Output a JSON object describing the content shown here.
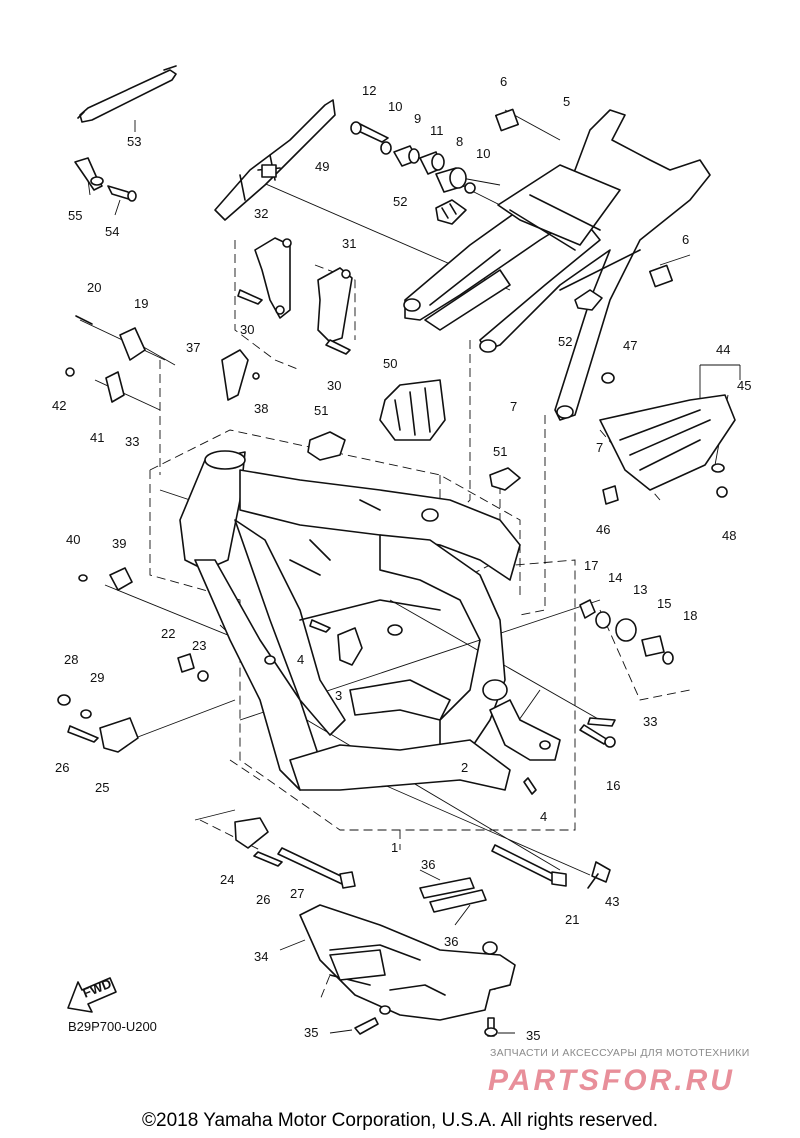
{
  "diagram": {
    "image_code": "B29P700-U200",
    "fwd_label": "FWD",
    "copyright": "©2018 Yamaha Motor Corporation, U.S.A. All rights reserved.",
    "watermark": {
      "subtitle": "ЗАПЧАСТИ И АКСЕССУАРЫ ДЛЯ МОТОТЕХНИКИ",
      "brand": "PARTSFOR.RU"
    },
    "callouts": {
      "c1": "1",
      "c2": "2",
      "c3": "3",
      "c4a": "4",
      "c4b": "4",
      "c5": "5",
      "c6a": "6",
      "c6b": "6",
      "c7a": "7",
      "c7b": "7",
      "c8": "8",
      "c9": "9",
      "c10a": "10",
      "c10b": "10",
      "c11": "11",
      "c12": "12",
      "c13": "13",
      "c14": "14",
      "c15": "15",
      "c16": "16",
      "c17": "17",
      "c18": "18",
      "c19": "19",
      "c20": "20",
      "c21": "21",
      "c22": "22",
      "c23": "23",
      "c24": "24",
      "c25": "25",
      "c26a": "26",
      "c26b": "26",
      "c27": "27",
      "c28": "28",
      "c29": "29",
      "c30a": "30",
      "c30b": "30",
      "c31": "31",
      "c32": "32",
      "c33a": "33",
      "c33b": "33",
      "c34": "34",
      "c35a": "35",
      "c35b": "35",
      "c36a": "36",
      "c36b": "36",
      "c37": "37",
      "c38": "38",
      "c39": "39",
      "c40": "40",
      "c41": "41",
      "c42": "42",
      "c43": "43",
      "c44": "44",
      "c45": "45",
      "c46": "46",
      "c47": "47",
      "c48": "48",
      "c49": "49",
      "c50": "50",
      "c51a": "51",
      "c51b": "51",
      "c52a": "52",
      "c52b": "52",
      "c53": "53",
      "c54": "54",
      "c55": "55"
    }
  }
}
